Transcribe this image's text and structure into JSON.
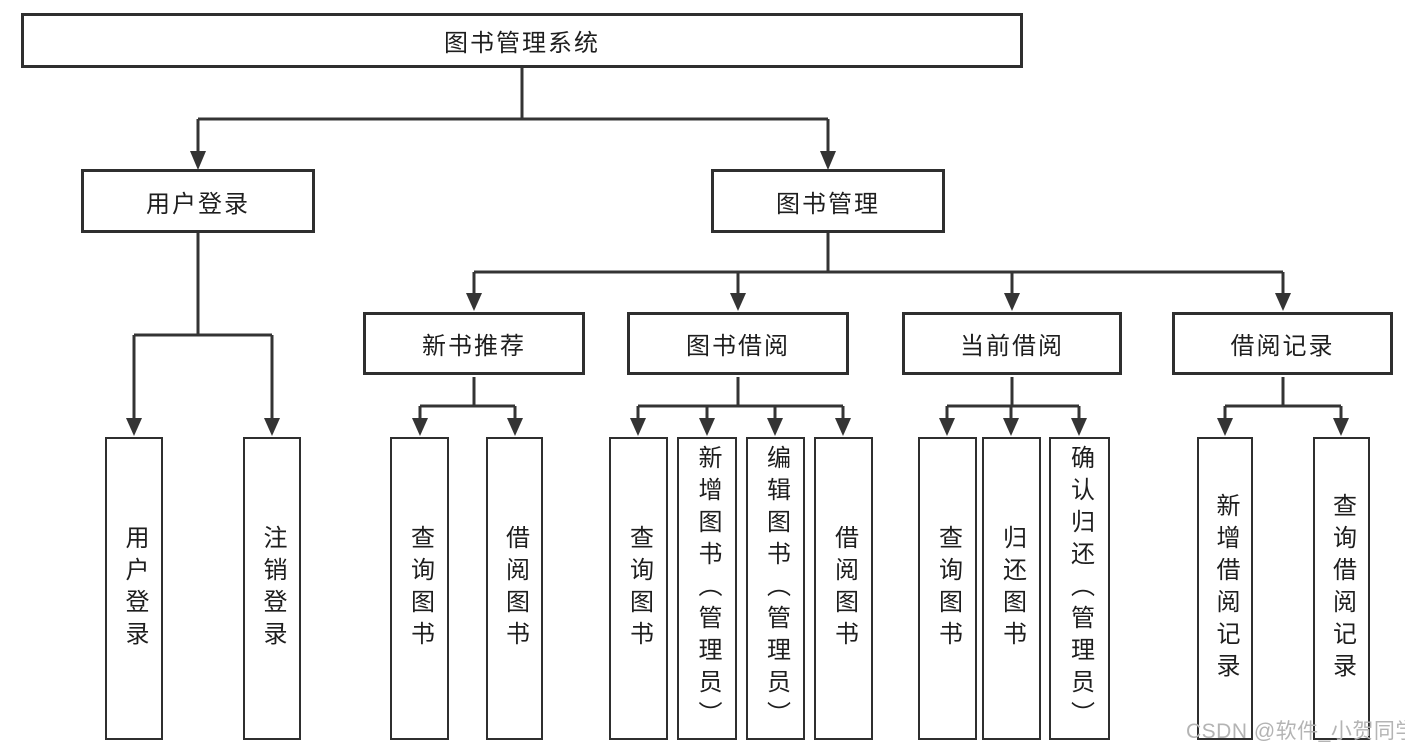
{
  "colors": {
    "background": "#ffffff",
    "line": "#343434",
    "box_border": "#2f2f2f",
    "text": "#1e1e1e",
    "watermark": "#b4b4b4"
  },
  "watermark": {
    "text": "CSDN @软件_小贺同学"
  },
  "tree": {
    "label": "图书管理系统",
    "children": [
      {
        "label": "用户登录",
        "children": [
          {
            "label": "用户登录"
          },
          {
            "label": "注销登录"
          }
        ]
      },
      {
        "label": "图书管理",
        "children": [
          {
            "label": "新书推荐",
            "children": [
              {
                "label": "查询图书"
              },
              {
                "label": "借阅图书"
              }
            ]
          },
          {
            "label": "图书借阅",
            "children": [
              {
                "label": "查询图书"
              },
              {
                "label": "新增图书（管理员）"
              },
              {
                "label": "编辑图书（管理员）"
              },
              {
                "label": "借阅图书"
              }
            ]
          },
          {
            "label": "当前借阅",
            "children": [
              {
                "label": "查询图书"
              },
              {
                "label": "归还图书"
              },
              {
                "label": "确认归还（管理员）"
              }
            ]
          },
          {
            "label": "借阅记录",
            "children": [
              {
                "label": "新增借阅记录"
              },
              {
                "label": "查询借阅记录"
              }
            ]
          }
        ]
      }
    ]
  }
}
